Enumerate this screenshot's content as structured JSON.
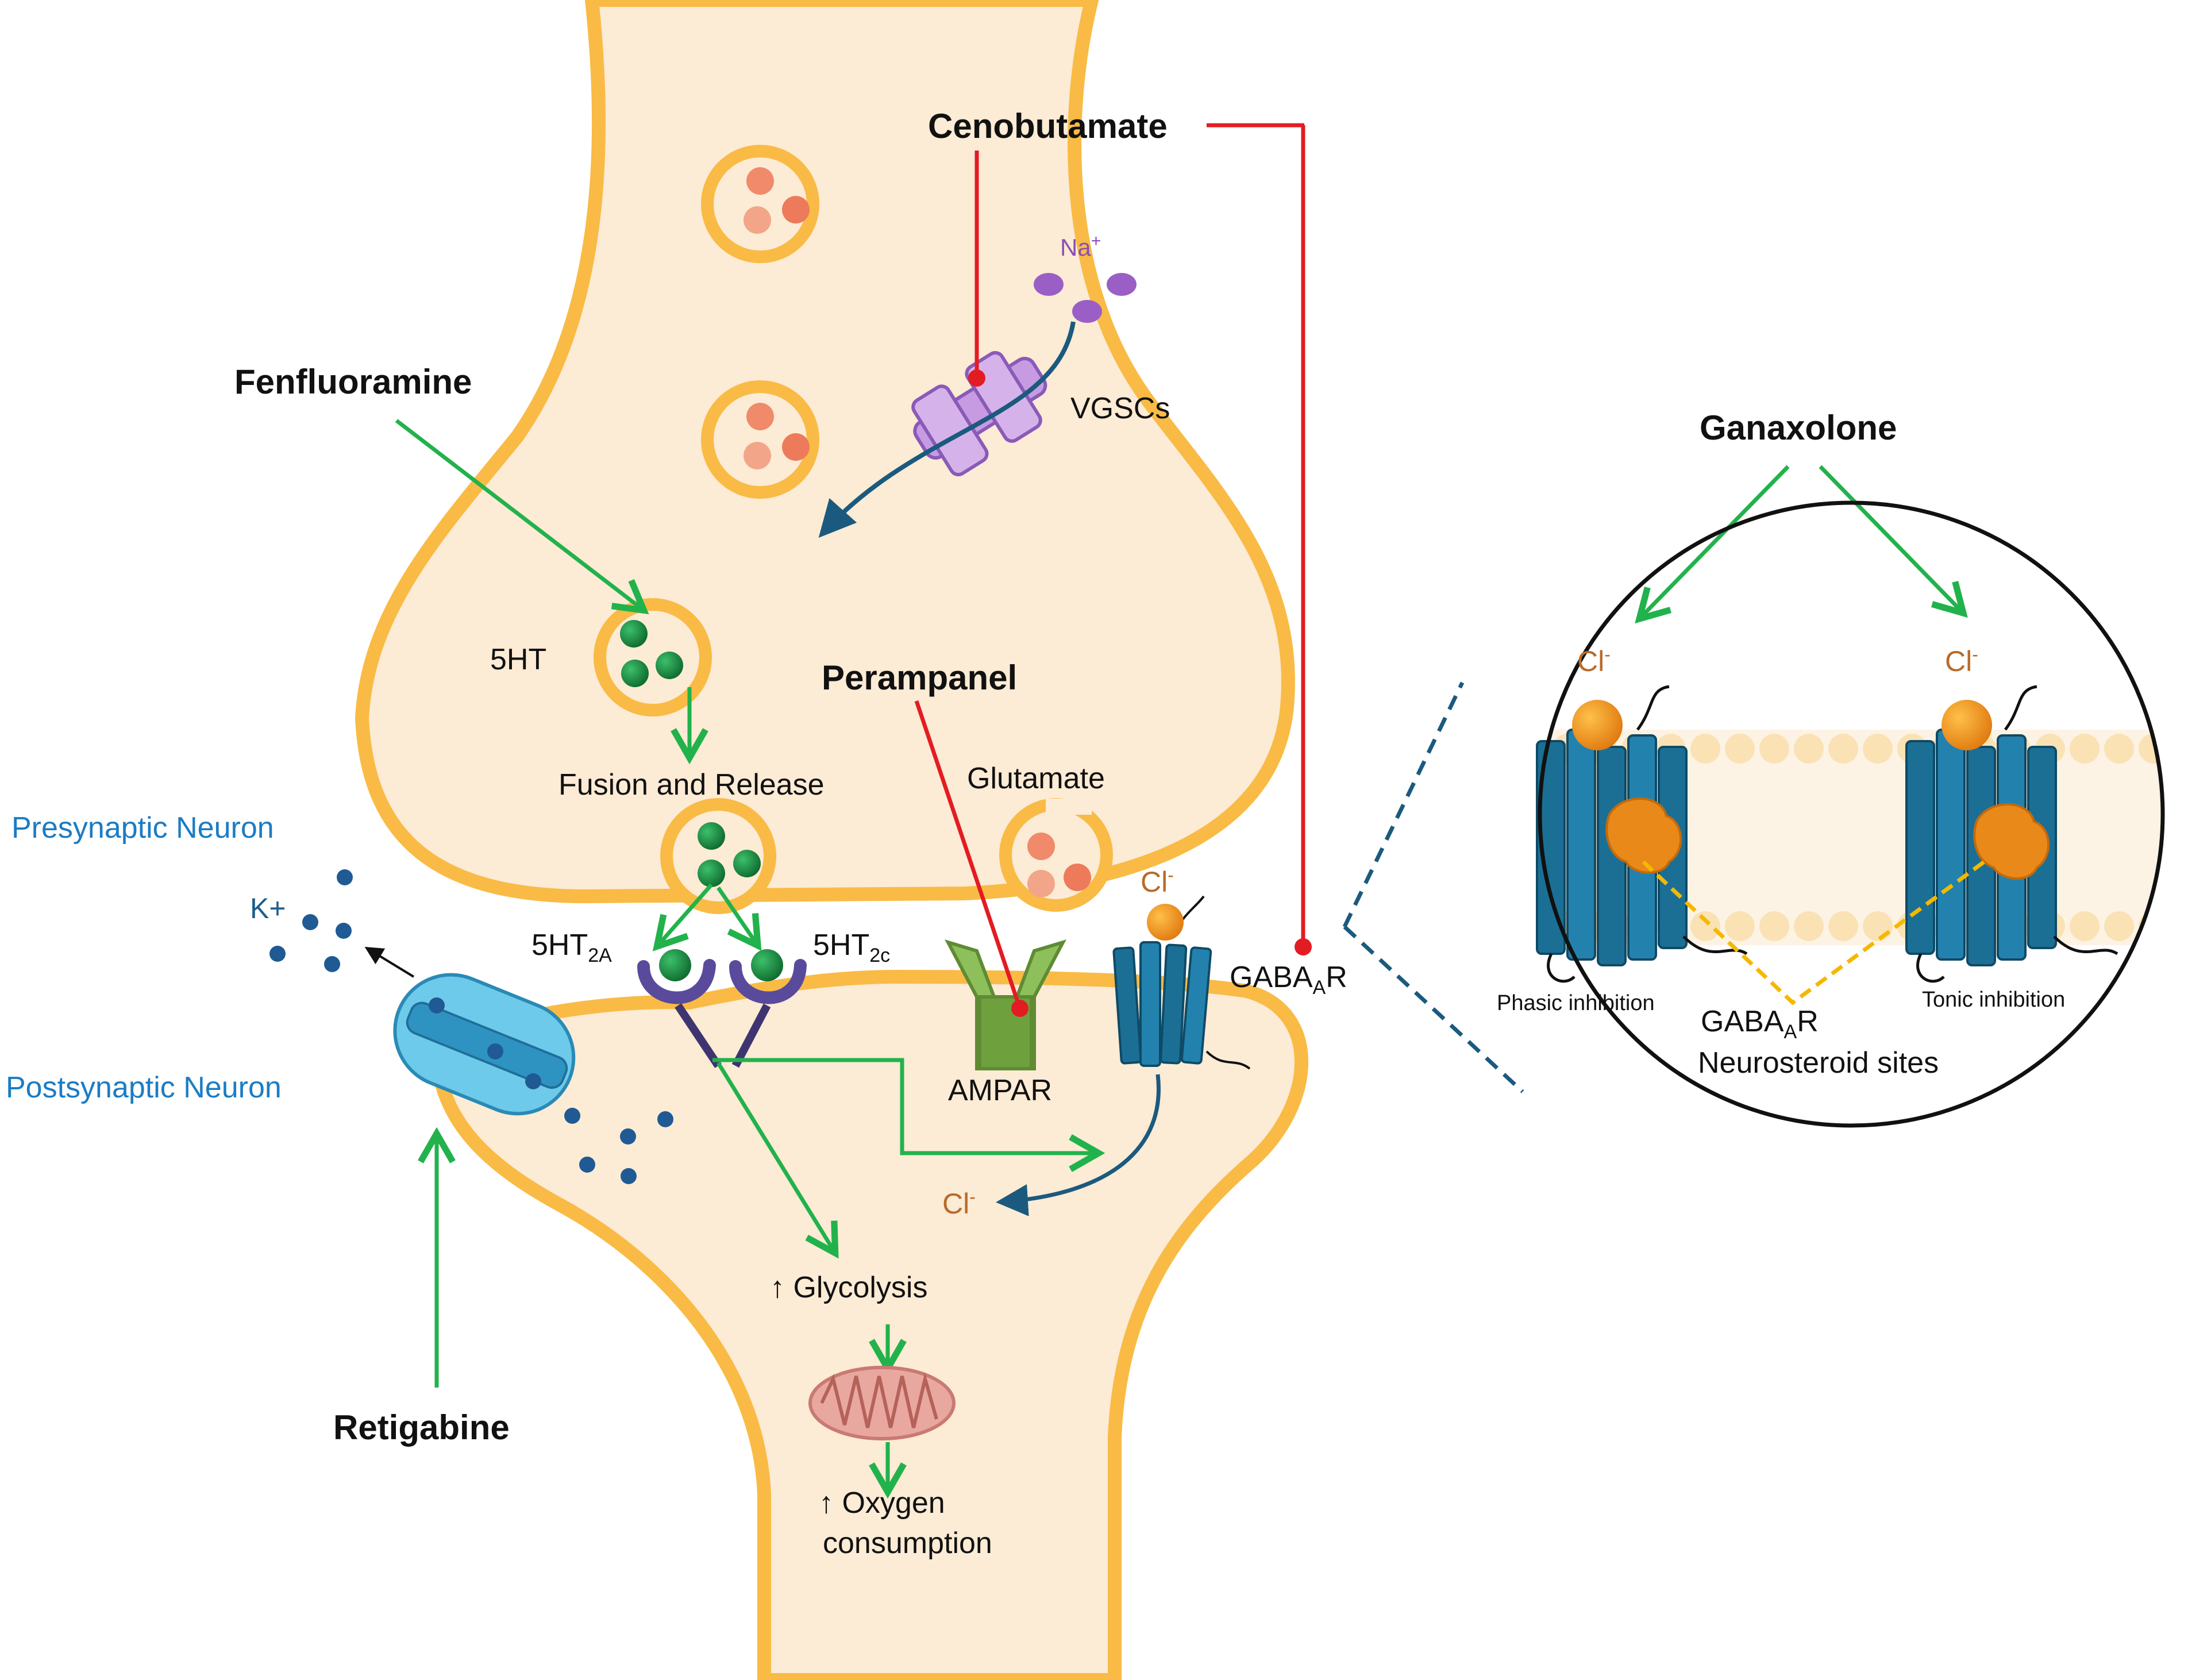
{
  "labels": {
    "cenobutamate": "Cenobutamate",
    "na": "Na",
    "na_sup": "+",
    "vgscs": "VGSCs",
    "fenfluoramine": "Fenfluoramine",
    "five_ht": "5HT",
    "perampanel": "Perampanel",
    "fusion_release": "Fusion and Release",
    "glutamate": "Glutamate",
    "presynaptic": "Presynaptic Neuron",
    "postsynaptic": "Postsynaptic Neuron",
    "k_plus": "K+",
    "ht2a_main": "5HT",
    "ht2a_sub": "2A",
    "ht2c_main": "5HT",
    "ht2c_sub": "2c",
    "cl_main": "Cl",
    "cl_sup": "-",
    "gabaar_a": "GABA",
    "gabaar_sub": "A",
    "gabaar_r": "R",
    "ampar": "AMPAR",
    "cl_lower_main": "Cl",
    "cl_lower_sup": "-",
    "glycolysis": "↑ Glycolysis",
    "oxygen1": "↑ Oxygen",
    "oxygen2": "consumption",
    "retigabine": "Retigabine",
    "ganaxolone": "Ganaxolone",
    "cl_left_main": "Cl",
    "cl_left_sup": "-",
    "cl_right_main": "Cl",
    "cl_right_sup": "-",
    "phasic": "Phasic inhibition",
    "tonic": "Tonic  inhibition",
    "ns_gaba": "GABA",
    "ns_sub": "A",
    "ns_r": "R",
    "ns_sites": "Neurosteroid sites"
  },
  "colors": {
    "cytoplasm": "#fcebd5",
    "membrane": "#f9bb45",
    "activation_arrow": "#22b24c",
    "inhibition_line": "#e31c23",
    "serotonin": "#1e8b44",
    "glutamate_vesicle": "#f08a6a",
    "sodium": "#9a5fc6",
    "potassium": "#1f5a95",
    "gabaar": "#1b6f95",
    "neurosteroid": "#e8891a"
  }
}
